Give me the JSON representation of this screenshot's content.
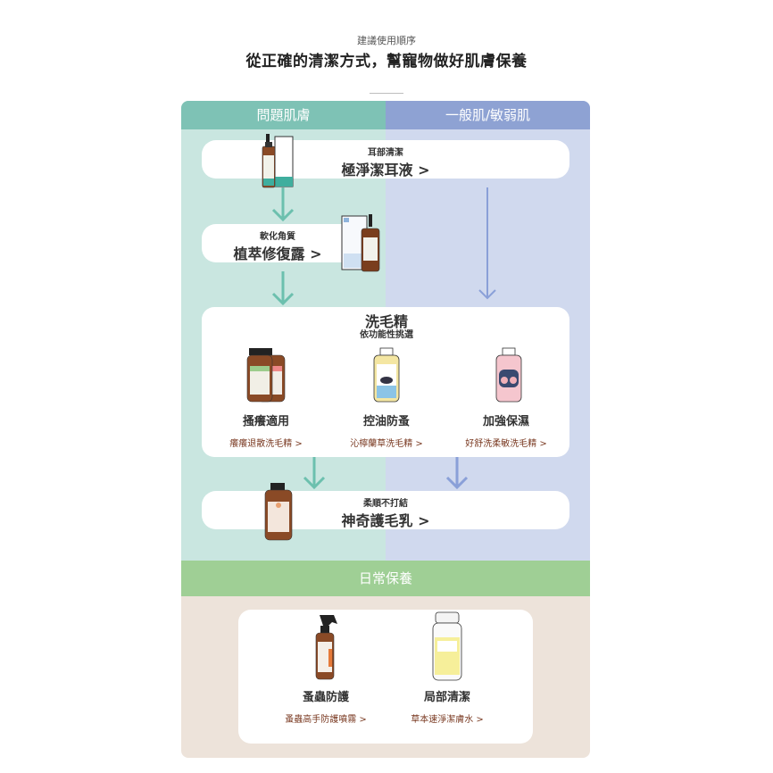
{
  "header": {
    "subtitle": "建議使用順序",
    "title": "從正確的清潔方式，幫寵物做好肌膚保養"
  },
  "columns": {
    "left_label": "問題肌膚",
    "right_label": "一般肌/敏弱肌"
  },
  "colors": {
    "left_header": "#7ec2b5",
    "left_bg": "#c9e6e0",
    "right_header": "#8ea2d3",
    "right_bg": "#d0d9ee",
    "daily_header": "#9fcf95",
    "daily_bg": "#ede3da",
    "link_text": "#7a3a22",
    "left_arrow": "#6cc0ae",
    "right_arrow": "#8aa0d8"
  },
  "steps": {
    "ear": {
      "category": "耳部清潔",
      "product": "極淨潔耳液 >"
    },
    "soften": {
      "category": "軟化角質",
      "product": "植萃修復露 >"
    },
    "shampoo": {
      "title": "洗毛精",
      "subtitle": "依功能性挑選",
      "items": [
        {
          "function": "搔癢適用",
          "product": "癢癢退散洗毛精 >"
        },
        {
          "function": "控油防蚤",
          "product": "沁檸蘭草洗毛精 >"
        },
        {
          "function": "加強保濕",
          "product": "好舒洗柔敏洗毛精 >"
        }
      ]
    },
    "conditioner": {
      "category": "柔順不打結",
      "product": "神奇護毛乳 >"
    }
  },
  "daily": {
    "label": "日常保養",
    "items": [
      {
        "function": "蚤蟲防護",
        "product": "蚤蟲高手防護噴霧 >"
      },
      {
        "function": "局部清潔",
        "product": "草本速淨潔膚水 >"
      }
    ]
  }
}
